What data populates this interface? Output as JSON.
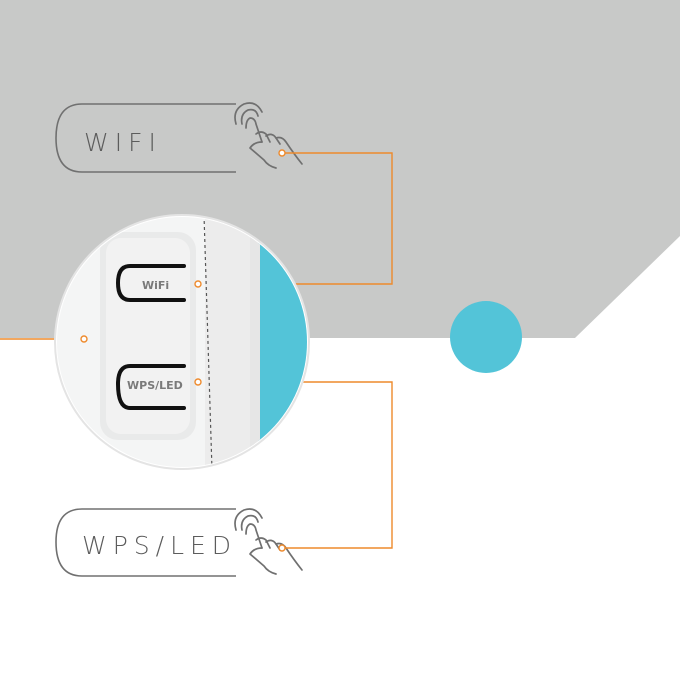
{
  "labels": {
    "wifi_callout": "WIFI",
    "wps_callout": "WPS/LED",
    "wifi_button": "WiFi",
    "wps_button": "WPS/LED"
  },
  "colors": {
    "background_gray": "#c8c9c8",
    "accent_orange": "#ee8a2c",
    "accent_blue": "#53c4d8",
    "outline": "#707070"
  },
  "icons": {
    "touch": "tap-hand-icon"
  }
}
